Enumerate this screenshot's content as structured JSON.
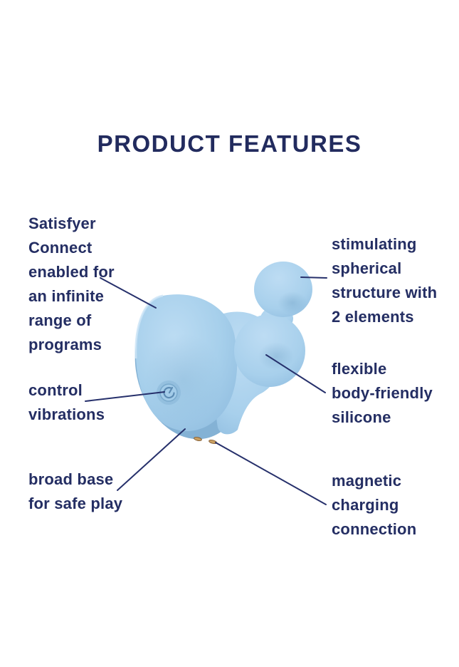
{
  "title": "PRODUCT FEATURES",
  "labels": {
    "satisfyer_connect": "Satisfyer\nConnect\nenabled for\nan infinite\nrange of\nprograms",
    "spherical_structure": "stimulating\nspherical\nstructure with\n2 elements",
    "control_vibrations": "control\nvibrations",
    "flexible_silicone": "flexible\nbody-friendly\nsilicone",
    "broad_base": "broad base\nfor safe play",
    "magnetic_charging": "magnetic\ncharging\nconnection"
  },
  "colors": {
    "text_navy": "#242e63",
    "line_navy": "#26306b",
    "product_blue": "#a6cfeb",
    "product_blue_light": "#bfddf3",
    "product_blue_shade": "#85b3d6",
    "contact_gold": "#c99f60",
    "background": "#ffffff"
  },
  "icons": {
    "power_button": "power-swirl",
    "charging_contacts": "two-metal-pins"
  }
}
